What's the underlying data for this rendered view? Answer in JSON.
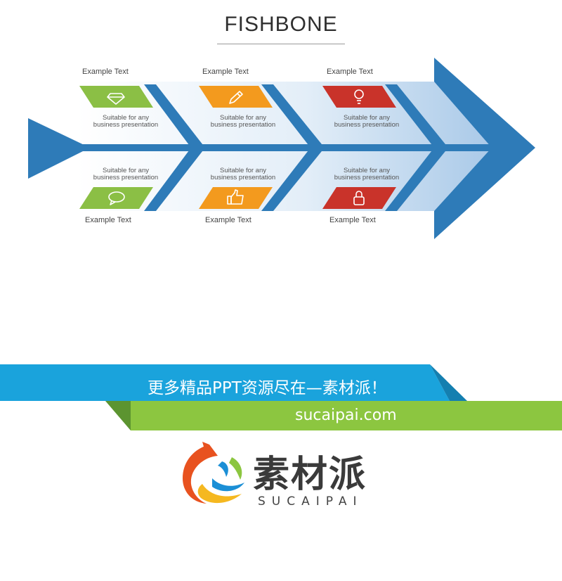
{
  "title": "FISHBONE",
  "fishbone": {
    "top": [
      {
        "label": "Example Text",
        "desc_line1": "Suitable for any",
        "desc_line2": "business presentation",
        "icon": "diamond-icon",
        "color": "#8bbf45"
      },
      {
        "label": "Example Text",
        "desc_line1": "Suitable for any",
        "desc_line2": "business presentation",
        "icon": "pencil-icon",
        "color": "#f39a1e"
      },
      {
        "label": "Example Text",
        "desc_line1": "Suitable for any",
        "desc_line2": "business presentation",
        "icon": "lightbulb-icon",
        "color": "#c9332a"
      }
    ],
    "bottom": [
      {
        "label": "Example Text",
        "desc_line1": "Suitable for any",
        "desc_line2": "business presentation",
        "icon": "speech-bubble-icon",
        "color": "#8bbf45"
      },
      {
        "label": "Example Text",
        "desc_line1": "Suitable for any",
        "desc_line2": "business presentation",
        "icon": "thumbs-up-icon",
        "color": "#f39a1e"
      },
      {
        "label": "Example Text",
        "desc_line1": "Suitable for any",
        "desc_line2": "business presentation",
        "icon": "padlock-icon",
        "color": "#c9332a"
      }
    ],
    "spine_color": "#2e7bb8"
  },
  "banner": {
    "text": "更多精品PPT资源尽在—素材派！",
    "url": "sucaipai.com",
    "blue": "#1aa3dc",
    "green": "#8cc640"
  },
  "logo": {
    "name_cn": "素材派",
    "name_en": "SUCAIPAI"
  }
}
